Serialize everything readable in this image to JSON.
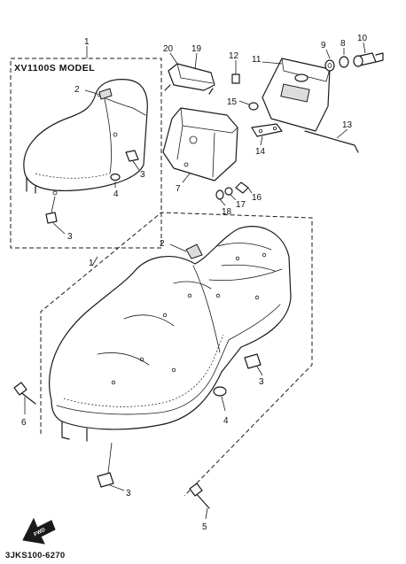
{
  "model_label": "XV1100S MODEL",
  "drawing_code": "3JKS100-6270",
  "fwd_label": "FWD",
  "callouts": {
    "c1_top": "1",
    "c1_main": "1",
    "c2_inset": "2",
    "c2_main": "2",
    "c3_inset_a": "3",
    "c3_inset_b": "3",
    "c3_main_right": "3",
    "c3_main_bottom": "3",
    "c4_inset": "4",
    "c4_main": "4",
    "c5": "5",
    "c6": "6",
    "c7": "7",
    "c8": "8",
    "c9": "9",
    "c10": "10",
    "c11": "11",
    "c12": "12",
    "c13": "13",
    "c14": "14",
    "c15": "15",
    "c16": "16",
    "c17": "17",
    "c18": "18",
    "c19": "19",
    "c20": "20"
  }
}
